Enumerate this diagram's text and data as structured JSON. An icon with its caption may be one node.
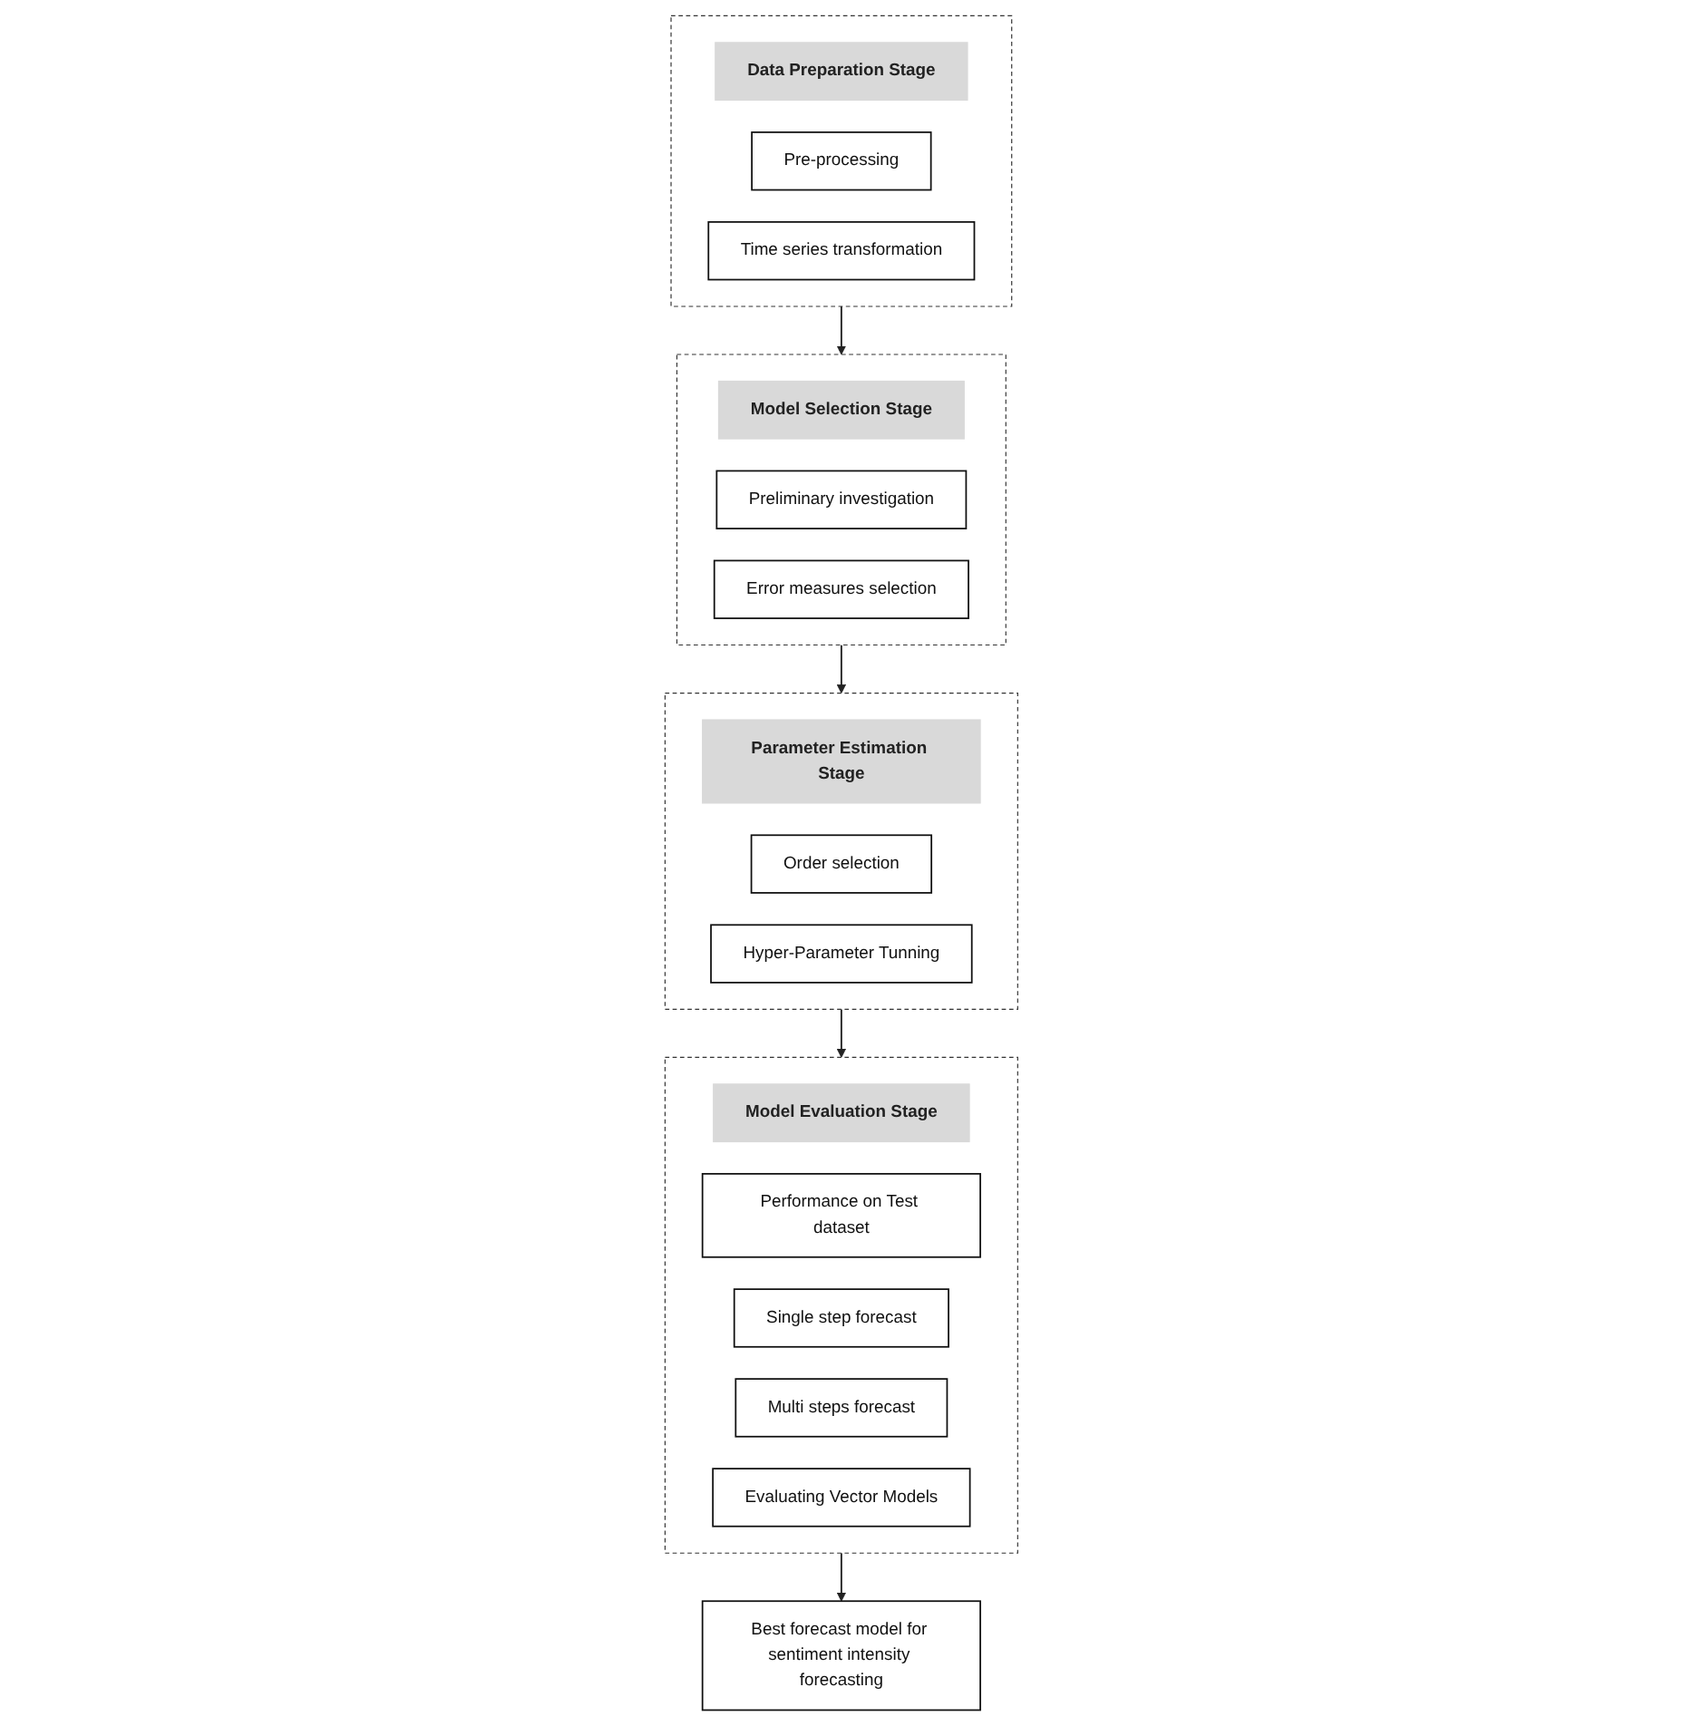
{
  "diagram": {
    "nodes": [
      {
        "text": [],
        "shape": "box"
      },
      {
        "text": [
          "Data Preparation Stage"
        ],
        "in": 0
      },
      {
        "text": [
          "Pre-processing"
        ],
        "in": 0
      },
      {
        "text": [
          "Time series transformation"
        ],
        "in": 0
      },
      {
        "text": [],
        "shape": "box"
      },
      {
        "text": [
          "Model Selection Stage"
        ],
        "in": 4
      },
      {
        "text": [
          "Preliminary investigation"
        ],
        "in": 4
      },
      {
        "text": [
          "Error measures selection"
        ],
        "in": 4
      },
      {
        "text": [],
        "shape": "box"
      },
      {
        "text": [
          "Parameter Estimation Stage"
        ],
        "in": 8
      },
      {
        "text": [
          "Order selection"
        ],
        "in": 8
      },
      {
        "text": [
          "Hyper-Parameter Tunning"
        ],
        "in": 8
      },
      {
        "text": [],
        "shape": "box"
      },
      {
        "text": [
          "Model Evaluation Stage"
        ],
        "in": 12
      },
      {
        "text": [
          "Performance on Test dataset"
        ],
        "in": 12
      },
      {
        "text": [
          "Single step forecast"
        ],
        "in": 12
      },
      {
        "text": [
          "Multi steps forecast"
        ],
        "in": 12
      },
      {
        "text": [
          "Evaluating Vector Models"
        ],
        "in": 12
      },
      {
        "text": [
          "Best forecast model for sentiment intensity forecasting"
        ]
      }
    ],
    "edges": [
      {
        "from": 0,
        "to": 4,
        "arrow": "to"
      },
      {
        "from": 4,
        "to": 8,
        "arrow": "to"
      },
      {
        "from": 8,
        "to": 12,
        "arrow": "to"
      },
      {
        "from": 12,
        "to": 18,
        "arrow": "to"
      }
    ]
  }
}
